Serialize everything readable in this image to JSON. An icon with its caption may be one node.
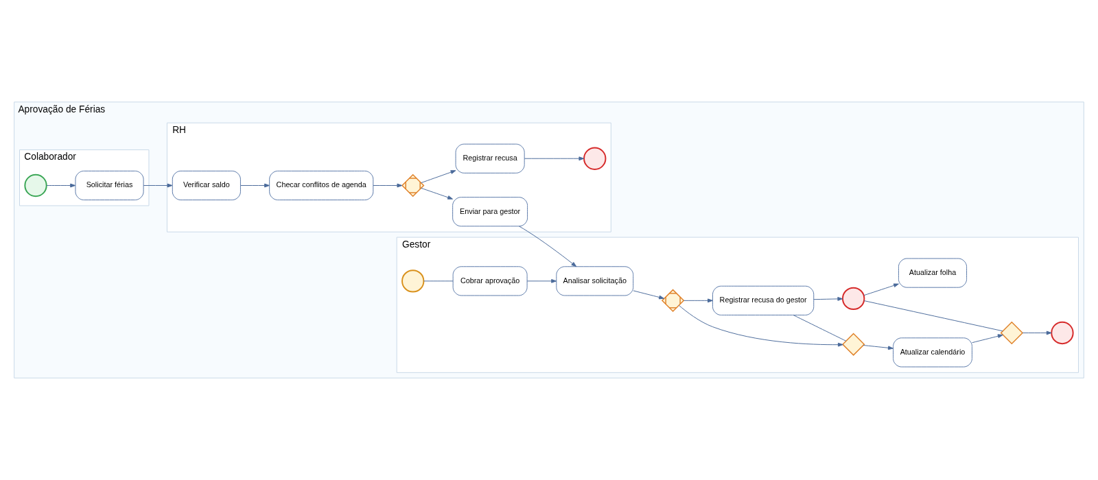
{
  "diagram": {
    "nodes": [
      {
        "text": [
          "Aprovação de Férias"
        ]
      },
      {
        "text": [
          "Colaborador"
        ],
        "in": 0
      },
      {
        "text": [
          "RH"
        ],
        "in": 0
      },
      {
        "text": [
          "Gestor"
        ],
        "in": 0
      },
      {
        "text": [],
        "shape": "circle",
        "in": 1
      },
      {
        "text": [
          "Solicitar férias"
        ],
        "in": 1
      },
      {
        "text": [
          "Verificar saldo"
        ],
        "in": 2
      },
      {
        "text": [
          "Checar conflitos de agenda"
        ],
        "in": 2
      },
      {
        "text": [],
        "shape": "diamond",
        "in": 2
      },
      {
        "text": [
          "Registrar recusa"
        ],
        "in": 2
      },
      {
        "text": [],
        "shape": "circle",
        "in": 2
      },
      {
        "text": [
          "Enviar para gestor"
        ],
        "in": 2
      },
      {
        "text": [
          "Cobrar aprovação"
        ],
        "in": 3
      },
      {
        "text": [
          "Analisar solicitação"
        ],
        "in": 3
      },
      {
        "text": [],
        "shape": "circle",
        "in": 3
      },
      {
        "text": [],
        "shape": "diamond",
        "in": 3
      },
      {
        "text": [],
        "shape": "diamond",
        "in": 3
      },
      {
        "text": [
          "Atualizar calendário"
        ],
        "in": 3
      },
      {
        "text": [],
        "shape": "diamond",
        "in": 3
      },
      {
        "text": [],
        "shape": "circle",
        "in": 3
      },
      {
        "text": [
          "Registrar recusa do gestor"
        ],
        "in": 3
      },
      {
        "text": [],
        "shape": "circle",
        "in": 3
      },
      {
        "text": [
          "Atualizar folha"
        ],
        "in": 3
      }
    ],
    "edges": [
      {
        "from": 4,
        "to": 5,
        "arrow": "to"
      },
      {
        "from": 5,
        "to": 6,
        "arrow": "to"
      },
      {
        "from": 6,
        "to": 7,
        "arrow": "to"
      },
      {
        "from": 7,
        "to": 8,
        "arrow": "to"
      },
      {
        "from": 8,
        "to": 9,
        "arrow": "to"
      },
      {
        "from": 8,
        "to": 11,
        "arrow": "to"
      },
      {
        "from": 9,
        "to": 10,
        "arrow": "to"
      },
      {
        "from": 11,
        "to": 13,
        "arrow": "to"
      },
      {
        "from": 14,
        "to": 12,
        "arrow": "none"
      },
      {
        "from": 12,
        "to": 13,
        "arrow": "to"
      },
      {
        "from": 13,
        "to": 15,
        "arrow": "to"
      },
      {
        "from": 15,
        "to": 16,
        "arrow": "to"
      },
      {
        "from": 15,
        "to": 20,
        "arrow": "to"
      },
      {
        "from": 16,
        "to": 17,
        "arrow": "to"
      },
      {
        "from": 20,
        "to": 16,
        "arrow": "none"
      },
      {
        "from": 17,
        "to": 18,
        "arrow": "to"
      },
      {
        "from": 18,
        "to": 19,
        "arrow": "to"
      },
      {
        "from": 20,
        "to": 21,
        "arrow": "to"
      },
      {
        "from": 21,
        "to": 18,
        "arrow": "none"
      },
      {
        "from": 21,
        "to": 22,
        "arrow": "to"
      }
    ]
  }
}
